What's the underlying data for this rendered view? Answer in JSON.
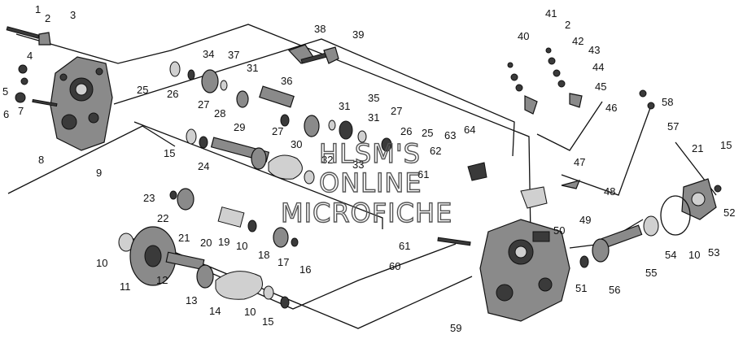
{
  "watermark": {
    "line1": "HLSM'S",
    "line2": "ONLINE",
    "line3": "MICROFICHE"
  },
  "callouts": [
    "1",
    "2",
    "3",
    "4",
    "5",
    "6",
    "7",
    "8",
    "9",
    "10",
    "11",
    "12",
    "13",
    "14",
    "15",
    "16",
    "17",
    "18",
    "19",
    "20",
    "21",
    "22",
    "23",
    "24",
    "25",
    "26",
    "27",
    "28",
    "29",
    "30",
    "31",
    "32",
    "33",
    "34",
    "35",
    "36",
    "37",
    "38",
    "39",
    "40",
    "41",
    "42",
    "43",
    "44",
    "45",
    "46",
    "47",
    "48",
    "49",
    "50",
    "51",
    "52",
    "53",
    "54",
    "55",
    "56",
    "57",
    "58",
    "59",
    "60",
    "61",
    "62",
    "63",
    "64"
  ]
}
